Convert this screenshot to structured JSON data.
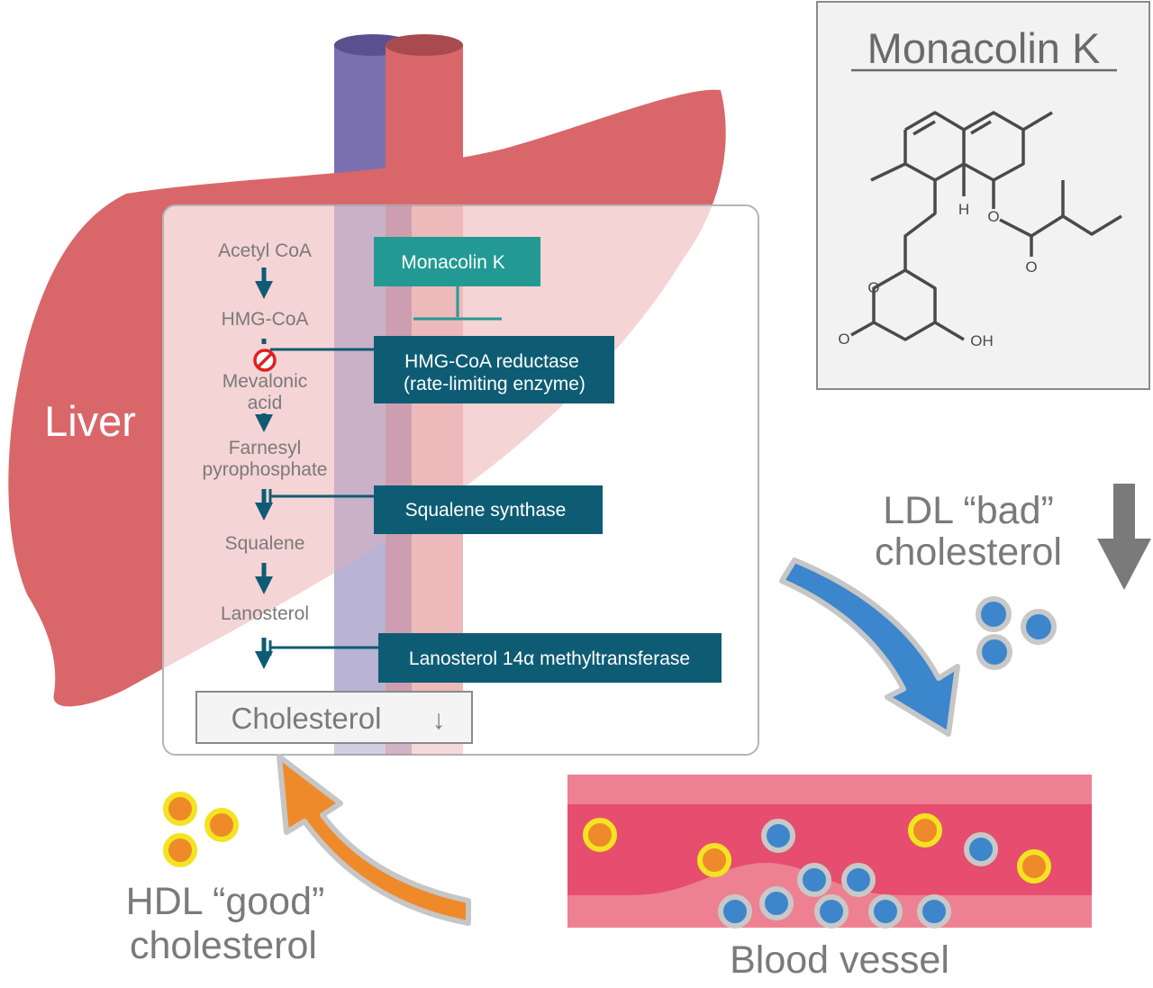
{
  "liver": {
    "label": "Liver"
  },
  "pathway": {
    "steps": [
      "Acetyl CoA",
      "HMG-CoA",
      "Mevalonic",
      "acid",
      "Farnesyl",
      "pyrophosphate",
      "Squalene",
      "Lanosterol"
    ],
    "product": "Cholesterol",
    "product_arrow": "↓"
  },
  "enzymes": {
    "inhibitor": "Monacolin K",
    "hmg_line1": "HMG-CoA reductase",
    "hmg_line2": "(rate-limiting enzyme)",
    "squalene_synthase": "Squalene synthase",
    "lanosterol_mt": "Lanosterol 14α methyltransferase"
  },
  "structure": {
    "title": "Monacolin K",
    "atoms": {
      "h": "H",
      "o_ester": "O",
      "o_carbonyl": "O",
      "o_ring": "O",
      "o_lactone": "O",
      "oh": "OH"
    }
  },
  "ldl": {
    "line1": "LDL “bad”",
    "line2": "cholesterol"
  },
  "hdl": {
    "line1": "HDL “good”",
    "line2": "cholesterol"
  },
  "vessel": {
    "label": "Blood vessel"
  },
  "colors": {
    "liver": "#d9676a",
    "liver_overlay": "#f2c8c4",
    "vein": "#7a70b0",
    "artery": "#d9676a",
    "enzyme_box": "#0e5c74",
    "inhibitor_box": "#229a93",
    "ldl_arrow": "#3b86cc",
    "hdl_arrow": "#ef8a2a",
    "vessel_outer": "#ee8191",
    "vessel_inner": "#e74d6e"
  }
}
